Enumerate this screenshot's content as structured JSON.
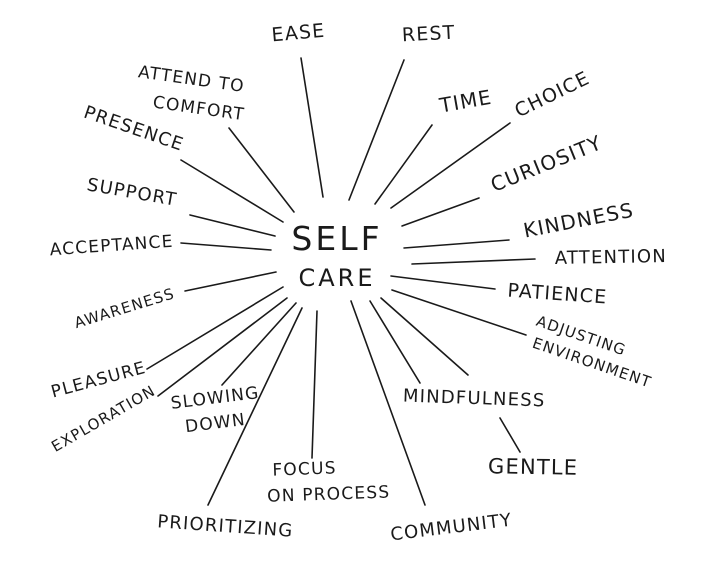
{
  "center": {
    "line1": "SELF",
    "line2": "CARE"
  },
  "terms": [
    {
      "id": "ease",
      "lines": [
        "EASE"
      ]
    },
    {
      "id": "rest",
      "lines": [
        "REST"
      ]
    },
    {
      "id": "attend-to-comfort",
      "lines": [
        "ATTEND TO",
        "COMFORT"
      ]
    },
    {
      "id": "time",
      "lines": [
        "TIME"
      ]
    },
    {
      "id": "choice",
      "lines": [
        "CHOICE"
      ]
    },
    {
      "id": "presence",
      "lines": [
        "PRESENCE"
      ]
    },
    {
      "id": "curiosity",
      "lines": [
        "CURIOSITY"
      ]
    },
    {
      "id": "support",
      "lines": [
        "SUPPORT"
      ]
    },
    {
      "id": "kindness",
      "lines": [
        "KINDNESS"
      ]
    },
    {
      "id": "acceptance",
      "lines": [
        "ACCEPTANCE"
      ]
    },
    {
      "id": "attention",
      "lines": [
        "ATTENTION"
      ]
    },
    {
      "id": "patience",
      "lines": [
        "PATIENCE"
      ]
    },
    {
      "id": "awareness",
      "lines": [
        "AWARENESS"
      ]
    },
    {
      "id": "adjusting-environment",
      "lines": [
        "ADJUSTING",
        "ENVIRONMENT"
      ]
    },
    {
      "id": "pleasure",
      "lines": [
        "PLEASURE"
      ]
    },
    {
      "id": "slowing-down",
      "lines": [
        "SLOWING",
        "DOWN"
      ]
    },
    {
      "id": "mindfulness",
      "lines": [
        "MINDFULNESS"
      ]
    },
    {
      "id": "exploration",
      "lines": [
        "EXPLORATION"
      ]
    },
    {
      "id": "gentle",
      "lines": [
        "GENTLE"
      ]
    },
    {
      "id": "focus-on-process",
      "lines": [
        "FOCUS",
        "ON PROCESS"
      ]
    },
    {
      "id": "prioritizing",
      "lines": [
        "PRIORITIZING"
      ]
    },
    {
      "id": "community",
      "lines": [
        "COMMUNITY"
      ]
    }
  ]
}
